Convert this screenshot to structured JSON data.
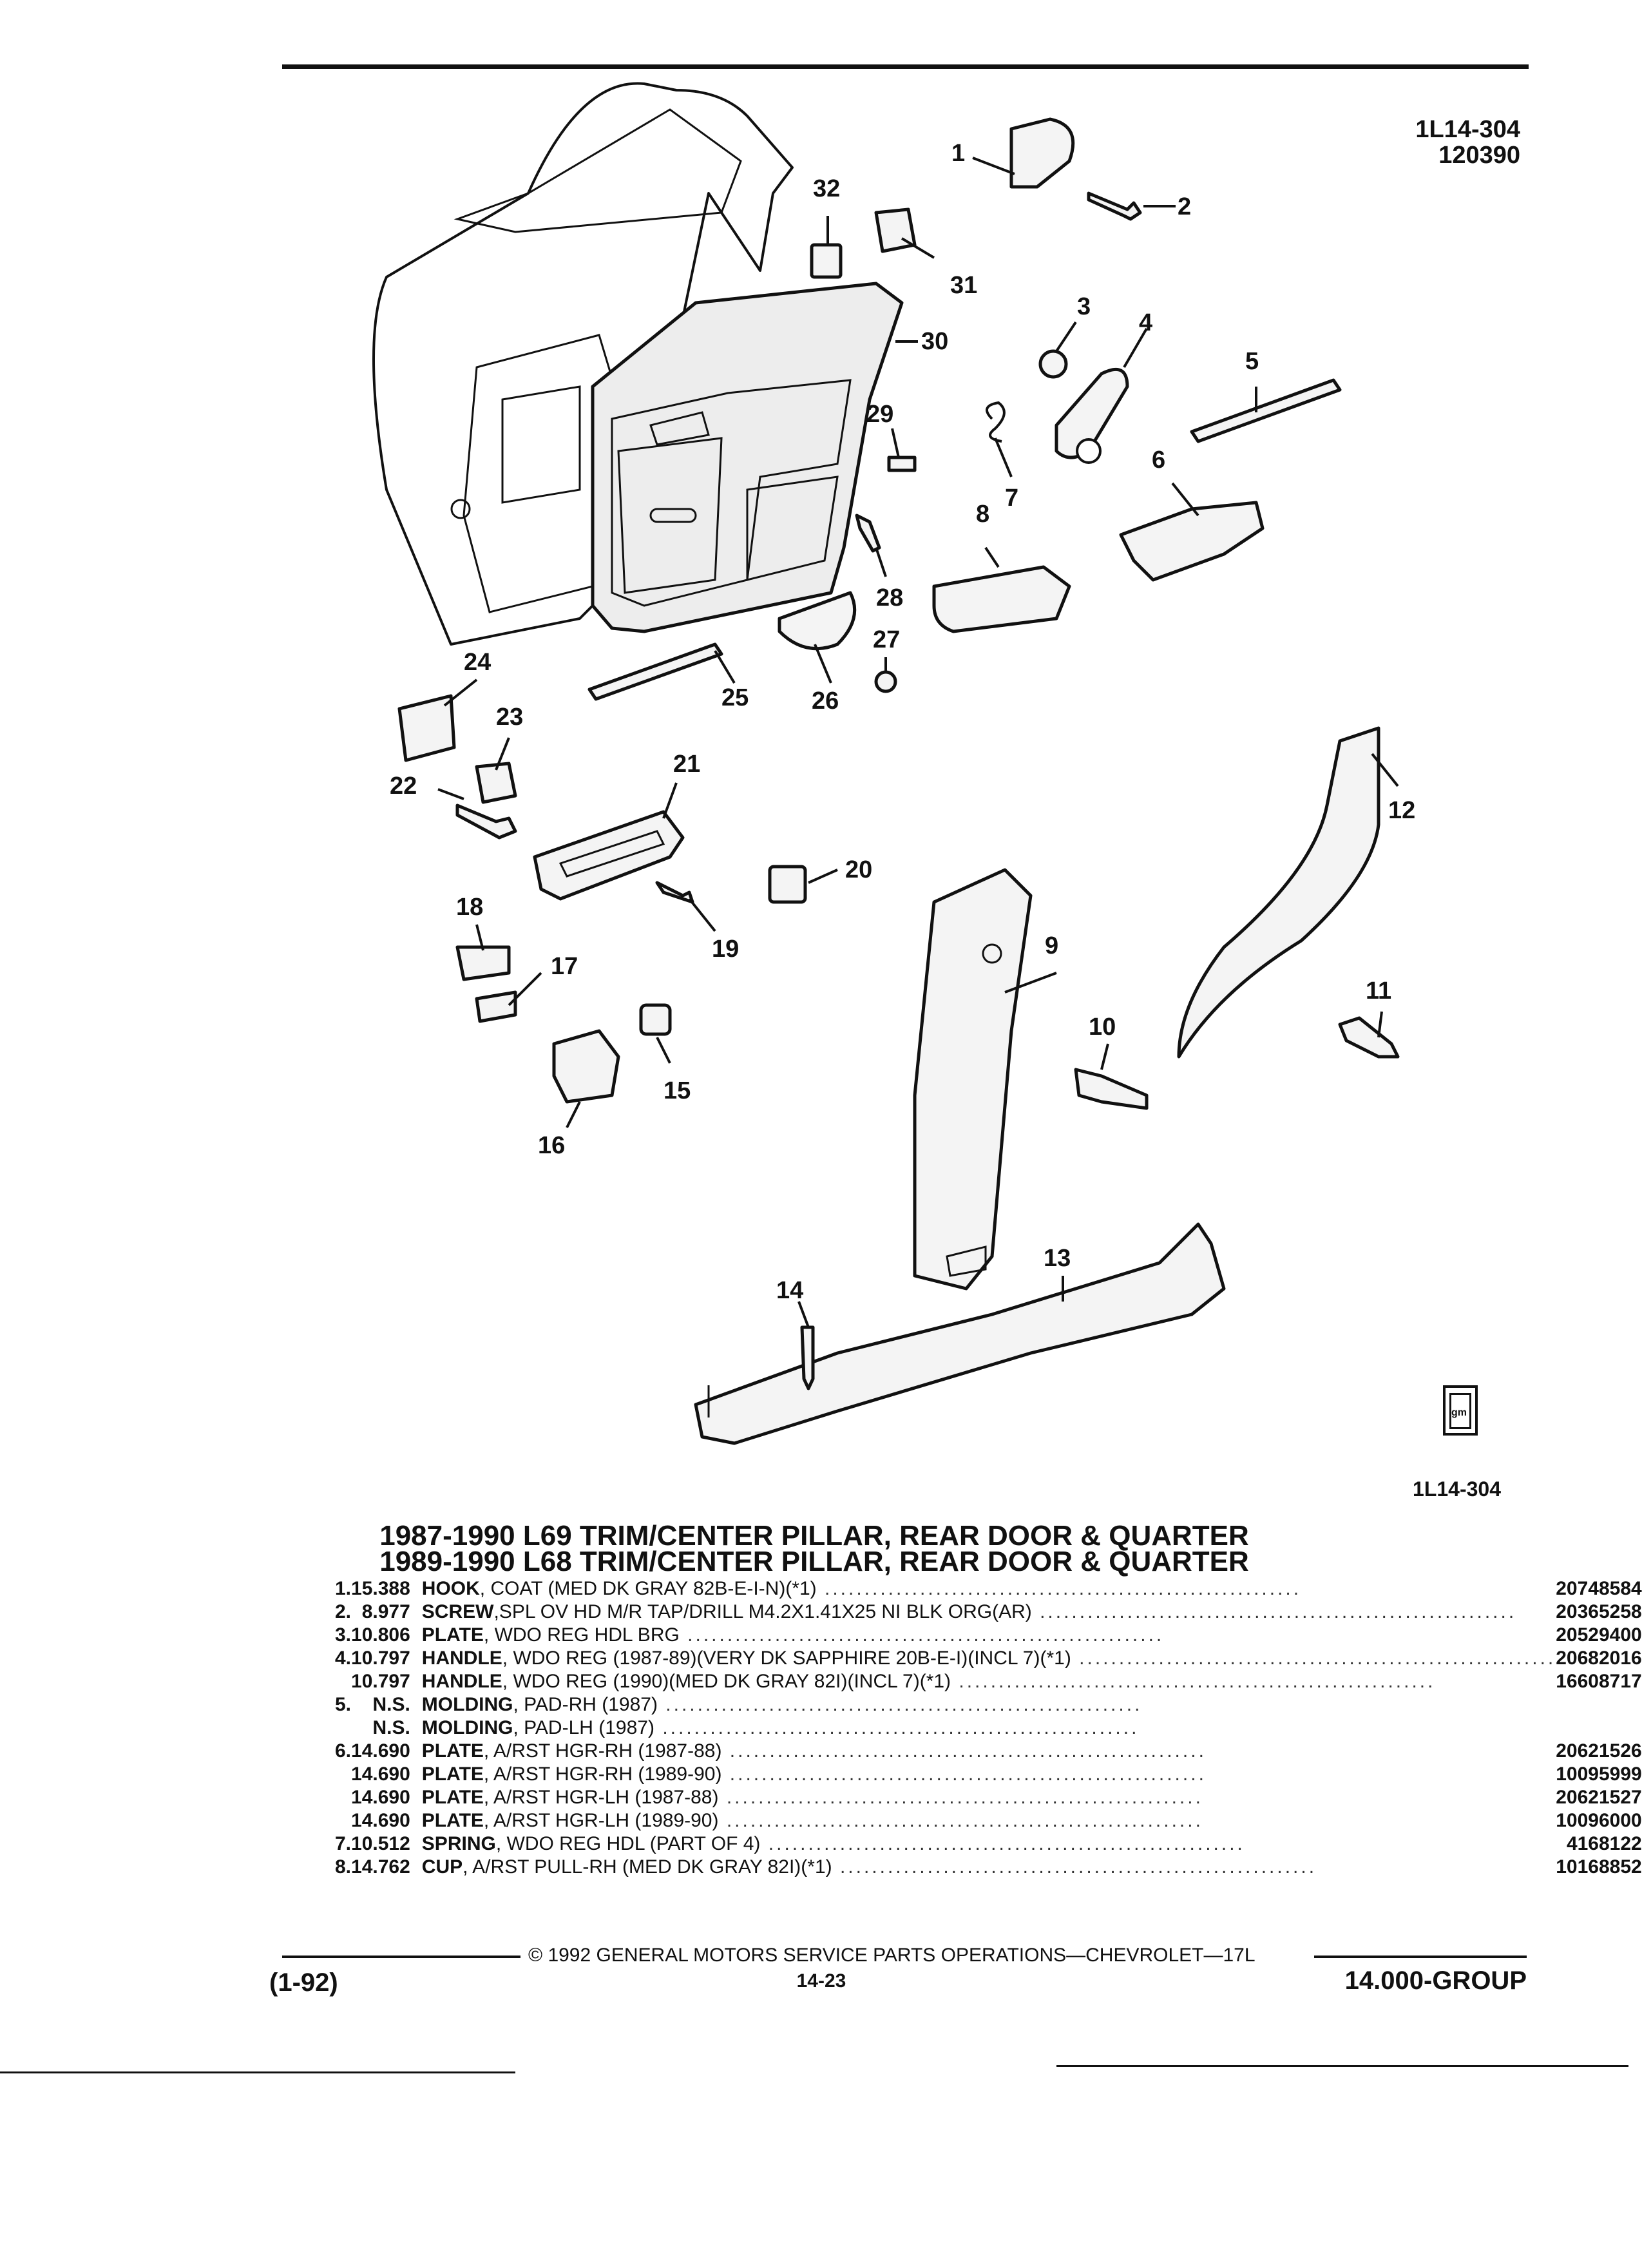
{
  "header": {
    "code_line1": "1L14-304",
    "code_line2": "120390"
  },
  "diagram": {
    "caption_code": "1L14-304",
    "callouts": [
      "1",
      "2",
      "3",
      "4",
      "5",
      "6",
      "7",
      "8",
      "9",
      "10",
      "11",
      "12",
      "13",
      "14",
      "15",
      "16",
      "17",
      "18",
      "19",
      "20",
      "21",
      "22",
      "23",
      "24",
      "25",
      "26",
      "27",
      "28",
      "29",
      "30",
      "31",
      "32"
    ]
  },
  "title": {
    "line1": "1987-1990 L69 TRIM/CENTER PILLAR, REAR DOOR & QUARTER",
    "line2": "1989-1990 L68 TRIM/CENTER PILLAR, REAR DOOR & QUARTER"
  },
  "parts": [
    {
      "idx": "1.",
      "price": "15.388",
      "name": "HOOK",
      "desc": ", COAT (MED DK GRAY 82B-E-I-N)(*1)",
      "number": "20748584"
    },
    {
      "idx": "2.",
      "price": "8.977",
      "name": "SCREW",
      "desc": ",SPL OV HD M/R TAP/DRILL M4.2X1.41X25 NI BLK ORG(AR)",
      "number": "20365258"
    },
    {
      "idx": "3.",
      "price": "10.806",
      "name": "PLATE",
      "desc": ", WDO REG HDL BRG",
      "number": "20529400"
    },
    {
      "idx": "4.",
      "price": "10.797",
      "name": "HANDLE",
      "desc": ", WDO REG (1987-89)(VERY DK SAPPHIRE 20B-E-I)(INCL 7)(*1)",
      "number": "20682016"
    },
    {
      "idx": "",
      "price": "10.797",
      "name": "HANDLE",
      "desc": ", WDO REG (1990)(MED DK GRAY 82I)(INCL 7)(*1)",
      "number": "16608717"
    },
    {
      "idx": "5.",
      "price": "N.S.",
      "name": "MOLDING",
      "desc": ", PAD-RH (1987)",
      "number": ""
    },
    {
      "idx": "",
      "price": "N.S.",
      "name": "MOLDING",
      "desc": ", PAD-LH (1987)",
      "number": ""
    },
    {
      "idx": "6.",
      "price": "14.690",
      "name": "PLATE",
      "desc": ", A/RST HGR-RH (1987-88)",
      "number": "20621526"
    },
    {
      "idx": "",
      "price": "14.690",
      "name": "PLATE",
      "desc": ", A/RST HGR-RH (1989-90)",
      "number": "10095999"
    },
    {
      "idx": "",
      "price": "14.690",
      "name": "PLATE",
      "desc": ", A/RST HGR-LH (1987-88)",
      "number": "20621527"
    },
    {
      "idx": "",
      "price": "14.690",
      "name": "PLATE",
      "desc": ", A/RST HGR-LH (1989-90)",
      "number": "10096000"
    },
    {
      "idx": "7.",
      "price": "10.512",
      "name": "SPRING",
      "desc": ", WDO REG HDL (PART OF 4)",
      "number": "4168122"
    },
    {
      "idx": "8.",
      "price": "14.762",
      "name": "CUP",
      "desc": ", A/RST PULL-RH (MED DK GRAY 82I)(*1)",
      "number": "10168852"
    }
  ],
  "footer": {
    "copyright": "© 1992 GENERAL MOTORS SERVICE PARTS OPERATIONS—CHEVROLET—17L",
    "date": "(1-92)",
    "page": "14-23",
    "group": "14.000-GROUP"
  },
  "logo": {
    "text": "gm"
  }
}
